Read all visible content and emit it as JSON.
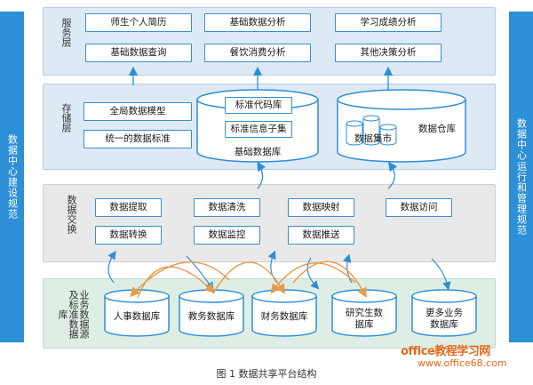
{
  "left_bar": {
    "label": "数据中心建设规范"
  },
  "right_bar": {
    "label": "数据中心运行和管理规范"
  },
  "service_layer": {
    "label": "服务层",
    "items": [
      "师生个人简历",
      "基础数据分析",
      "学习成绩分析",
      "基础数据查询",
      "餐饮消费分析",
      "其他决策分析"
    ]
  },
  "storage_layer": {
    "label": "存储层",
    "items": [
      "全局数据模型",
      "统一的数据标准"
    ],
    "base_db": {
      "title": "基础数据库",
      "code_lib": "标准代码库",
      "info_set": "标准信息子集"
    },
    "warehouse": {
      "title": "数据仓库",
      "mart": "数据集市"
    }
  },
  "exchange_layer": {
    "label": "数据交换",
    "items": [
      "数据提取",
      "数据清洗",
      "数据映射",
      "数据访问",
      "数据转换",
      "数据监控",
      "数据推送"
    ]
  },
  "source_layer": {
    "label": "业务数据源及标准数据库",
    "databases": [
      "人事数据库",
      "教务数据库",
      "财务数据库",
      "研究生数据库",
      "更多业务数据库"
    ]
  },
  "watermark": {
    "brand": "office教程学习网",
    "url": "www.office68.com"
  },
  "caption": "图 1  数据共享平台结构",
  "colors": {
    "accent": "#2d8fd5",
    "border": "#3a8fd0",
    "orange": "#e89a4b"
  }
}
